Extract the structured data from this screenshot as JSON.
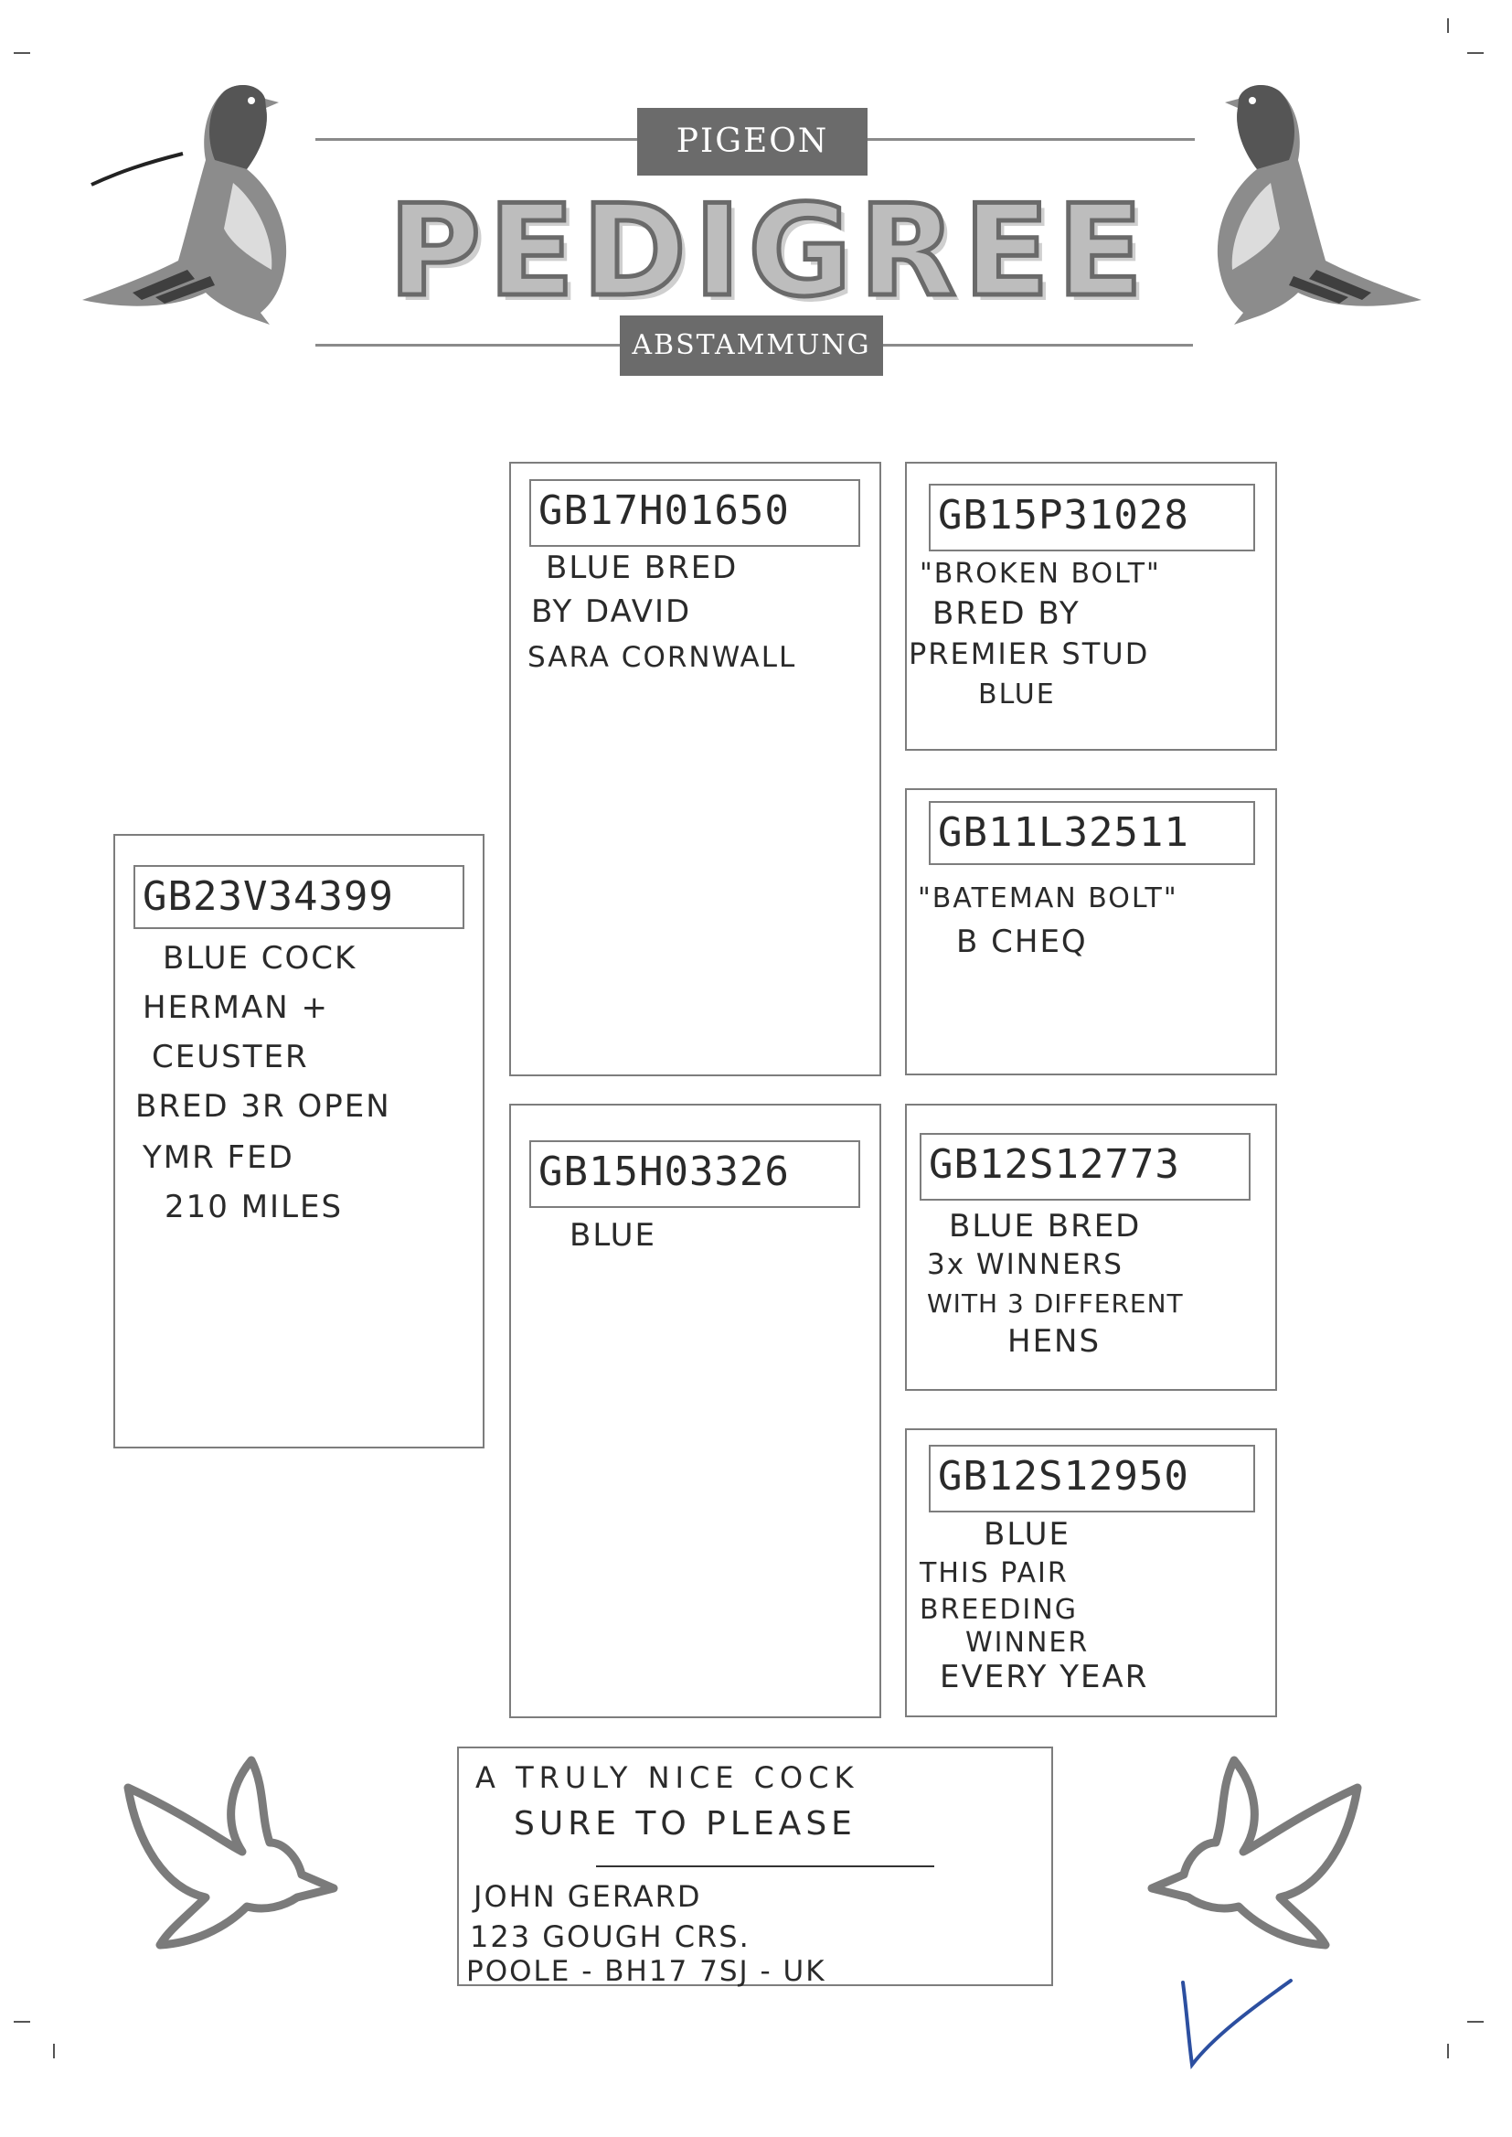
{
  "header": {
    "top_label": "PIGEON",
    "title": "PEDIGREE",
    "bottom_label": "ABSTAMMUNG"
  },
  "birds": {
    "subject": {
      "ring": "GB23V34399",
      "lines": [
        "BLUE COCK",
        "HERMAN +",
        "CEUSTER",
        "BRED 3R OPEN",
        "YMR FED",
        "210 MILES"
      ]
    },
    "sire": {
      "ring": "GB17H01650",
      "lines": [
        "BLUE BRED",
        "BY DAVID",
        "SARA CORNWALL"
      ]
    },
    "dam": {
      "ring": "GB15H03326",
      "lines": [
        "BLUE"
      ]
    },
    "sire_sire": {
      "ring": "GB15P31028",
      "lines": [
        "\"BROKEN BOLT\"",
        "BRED BY",
        "PREMIER STUD",
        "BLUE"
      ]
    },
    "sire_dam": {
      "ring": "GB11L32511",
      "lines": [
        "\"BATEMAN BOLT\"",
        "B CHEQ"
      ]
    },
    "dam_sire": {
      "ring": "GB12S12773",
      "lines": [
        "BLUE BRED",
        "3x WINNERS",
        "WITH 3 DIFFERENT",
        "HENS"
      ]
    },
    "dam_dam": {
      "ring": "GB12S12950",
      "lines": [
        "BLUE",
        "THIS PAIR",
        "BREEDING",
        "WINNER",
        "EVERY YEAR"
      ]
    }
  },
  "footer": {
    "remark_1": "A TRULY NICE COCK",
    "remark_2": "SURE TO PLEASE",
    "name": "JOHN GERARD",
    "address": "123 GOUGH CRS.",
    "city": "POOLE - BH17 7SJ - UK"
  },
  "icons": {
    "header_left": "pigeon-icon",
    "header_right": "pigeon-icon",
    "footer_left": "dove-outline-icon",
    "footer_right": "dove-outline-icon",
    "check": "checkmark-icon"
  },
  "colors": {
    "box_border": "#7d7d7d",
    "label_bg": "#6b6b6b",
    "ink_blue": "#2c4fa0"
  }
}
